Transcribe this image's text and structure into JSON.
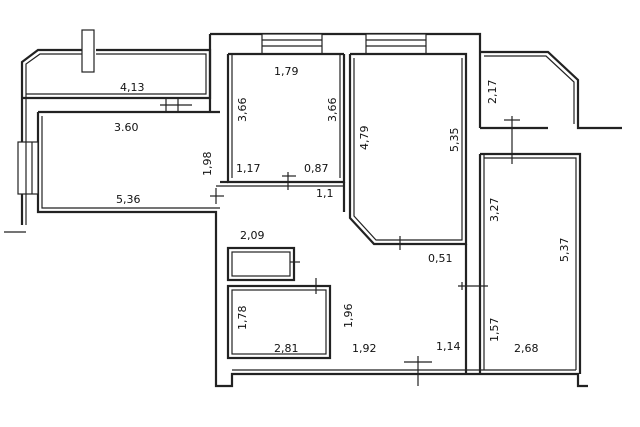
{
  "floor_plan": {
    "labels": [
      {
        "id": "balcony-left-length",
        "text": "4,13"
      },
      {
        "id": "room1-width",
        "text": "3.60"
      },
      {
        "id": "room1-depth",
        "text": "1,98"
      },
      {
        "id": "room1-bottom-width",
        "text": "5,36"
      },
      {
        "id": "room2-width",
        "text": "1,79"
      },
      {
        "id": "room2-left-depth",
        "text": "3,66"
      },
      {
        "id": "room2-right-depth",
        "text": "3,66"
      },
      {
        "id": "room2-left-bottom",
        "text": "1,17"
      },
      {
        "id": "room2-right-bottom",
        "text": "0,87"
      },
      {
        "id": "hall-depth",
        "text": "1,1"
      },
      {
        "id": "room3-left-depth",
        "text": "4,79"
      },
      {
        "id": "room3-right-depth",
        "text": "5,35"
      },
      {
        "id": "room3-bottom",
        "text": "0,51"
      },
      {
        "id": "balcony-right-depth",
        "text": "2,17"
      },
      {
        "id": "room4-top-depth",
        "text": "3,27"
      },
      {
        "id": "room4-depth",
        "text": "5,37"
      },
      {
        "id": "room4-bottom-depth",
        "text": "1,57"
      },
      {
        "id": "room4-width",
        "text": "2,68"
      },
      {
        "id": "hall-width",
        "text": "2,09"
      },
      {
        "id": "bath-depth",
        "text": "1,78"
      },
      {
        "id": "bath-width",
        "text": "2,81"
      },
      {
        "id": "corridor-depth",
        "text": "1,96"
      },
      {
        "id": "corridor-width",
        "text": "1,92"
      },
      {
        "id": "corridor-right",
        "text": "1,14"
      }
    ]
  }
}
